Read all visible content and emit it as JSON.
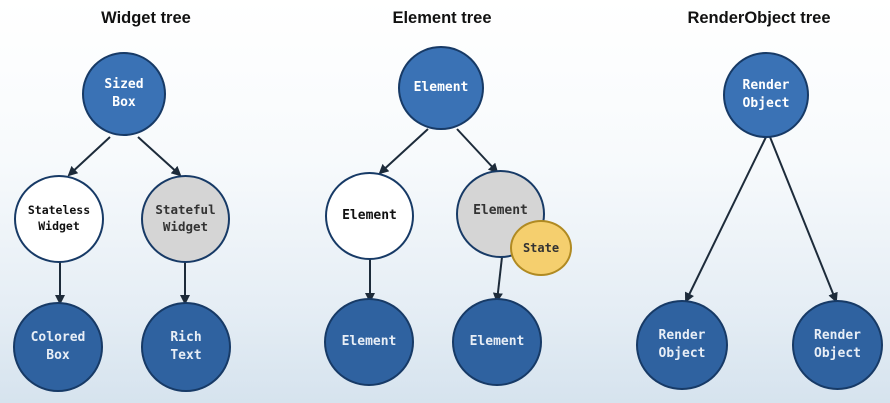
{
  "titles": {
    "widget_tree": "Widget tree",
    "element_tree": "Element tree",
    "render_tree": "RenderObject tree"
  },
  "nodes": {
    "sized_box": "Sized\nBox",
    "stateless_widget": "Stateless\nWidget",
    "stateful_widget": "Stateful\nWidget",
    "colored_box": "Colored\nBox",
    "rich_text": "Rich\nText",
    "element_root": "Element",
    "element_left": "Element",
    "element_right": "Element",
    "state": "State",
    "element_bottom_left": "Element",
    "element_bottom_right": "Element",
    "render_root": "Render\nObject",
    "render_left": "Render\nObject",
    "render_right": "Render\nObject"
  },
  "colors": {
    "node_blue": "#3a72b5",
    "node_outline": "#173a66",
    "state_gold": "#f5cf6e",
    "gray_node": "#d5d5d5",
    "edge": "#1d2b3a"
  }
}
